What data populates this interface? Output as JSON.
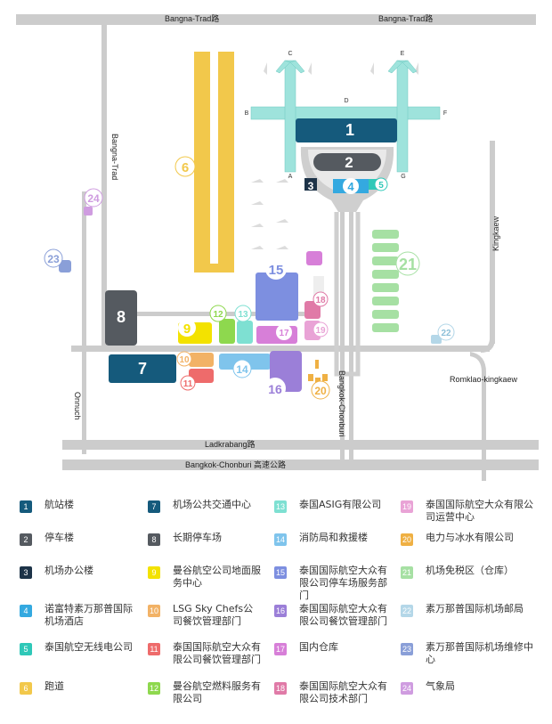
{
  "colors": {
    "road": "#cccccc",
    "terminal": "#155a7c",
    "taxiway": "#9ee3dc",
    "runway": "#f2c84b",
    "ground": "#e8e8e8"
  },
  "roads": {
    "bangna_trad_left": "Bangna-Trad路",
    "bangna_trad_right": "Bangna-Trad路",
    "bangna_trad_vertical": "Bangna-Trad",
    "kingkaew": "Kingkaew",
    "romklao": "Romklao-kingkaew",
    "onnuch": "Onnuch",
    "bangkok_chonburi": "Bangkok-Chonburi",
    "ladkrabang": "Ladkrabang路",
    "bangkok_chonburi_highway": "Bangkok-Chonburi 高速公路"
  },
  "concourse_letters": {
    "a": "A",
    "b": "B",
    "c": "C",
    "d": "D",
    "e": "E",
    "f": "F",
    "g": "G"
  },
  "map_numbers": [
    "1",
    "2",
    "3",
    "4",
    "5",
    "6",
    "7",
    "8",
    "9",
    "10",
    "11",
    "12",
    "13",
    "14",
    "15",
    "16",
    "17",
    "18",
    "19",
    "20",
    "21",
    "22",
    "23",
    "24"
  ],
  "legend": [
    {
      "num": "1",
      "label": "航站楼",
      "color": "#155a7c"
    },
    {
      "num": "2",
      "label": "停车楼",
      "color": "#555a60"
    },
    {
      "num": "3",
      "label": "机场办公楼",
      "color": "#1d3348"
    },
    {
      "num": "4",
      "label": "诺富特素万那普国际机场酒店",
      "color": "#34a9e0"
    },
    {
      "num": "5",
      "label": "泰国航空无线电公司",
      "color": "#2fc8b8"
    },
    {
      "num": "6",
      "label": "跑道",
      "color": "#f2c84b"
    },
    {
      "num": "7",
      "label": "机场公共交通中心",
      "color": "#155a7c"
    },
    {
      "num": "8",
      "label": "长期停车场",
      "color": "#555a60"
    },
    {
      "num": "9",
      "label": "曼谷航空公司地面服务中心",
      "color": "#f3e200"
    },
    {
      "num": "10",
      "label": "LSG Sky Chefs公司餐饮管理部门",
      "color": "#f2b266"
    },
    {
      "num": "11",
      "label": "泰国国际航空大众有限公司餐饮管理部门",
      "color": "#ee6b6b"
    },
    {
      "num": "12",
      "label": "曼谷航空燃料服务有限公司",
      "color": "#8ed84e"
    },
    {
      "num": "13",
      "label": "泰国ASIG有限公司",
      "color": "#7ee0d2"
    },
    {
      "num": "14",
      "label": "消防局和救援楼",
      "color": "#7fc4ec"
    },
    {
      "num": "15",
      "label": "泰国国际航空大众有限公司停车场服务部门",
      "color": "#7d8fe0"
    },
    {
      "num": "16",
      "label": "泰国国际航空大众有限公司餐饮管理部门",
      "color": "#9b7fd8"
    },
    {
      "num": "17",
      "label": "国内仓库",
      "color": "#d77fd8"
    },
    {
      "num": "18",
      "label": "泰国国际航空大众有限公司技术部门",
      "color": "#e07aa7"
    },
    {
      "num": "19",
      "label": "泰国国际航空大众有限公司运营中心",
      "color": "#e9a3d6"
    },
    {
      "num": "20",
      "label": "电力与冰水有限公司",
      "color": "#efb043"
    },
    {
      "num": "21",
      "label": "机场免税区（仓库）",
      "color": "#a6e0a3"
    },
    {
      "num": "22",
      "label": "素万那普国际机场邮局",
      "color": "#b4d7e8"
    },
    {
      "num": "23",
      "label": "素万那普国际机场维修中心",
      "color": "#8a9fd8"
    },
    {
      "num": "24",
      "label": "气象局",
      "color": "#cf9ce0"
    }
  ]
}
